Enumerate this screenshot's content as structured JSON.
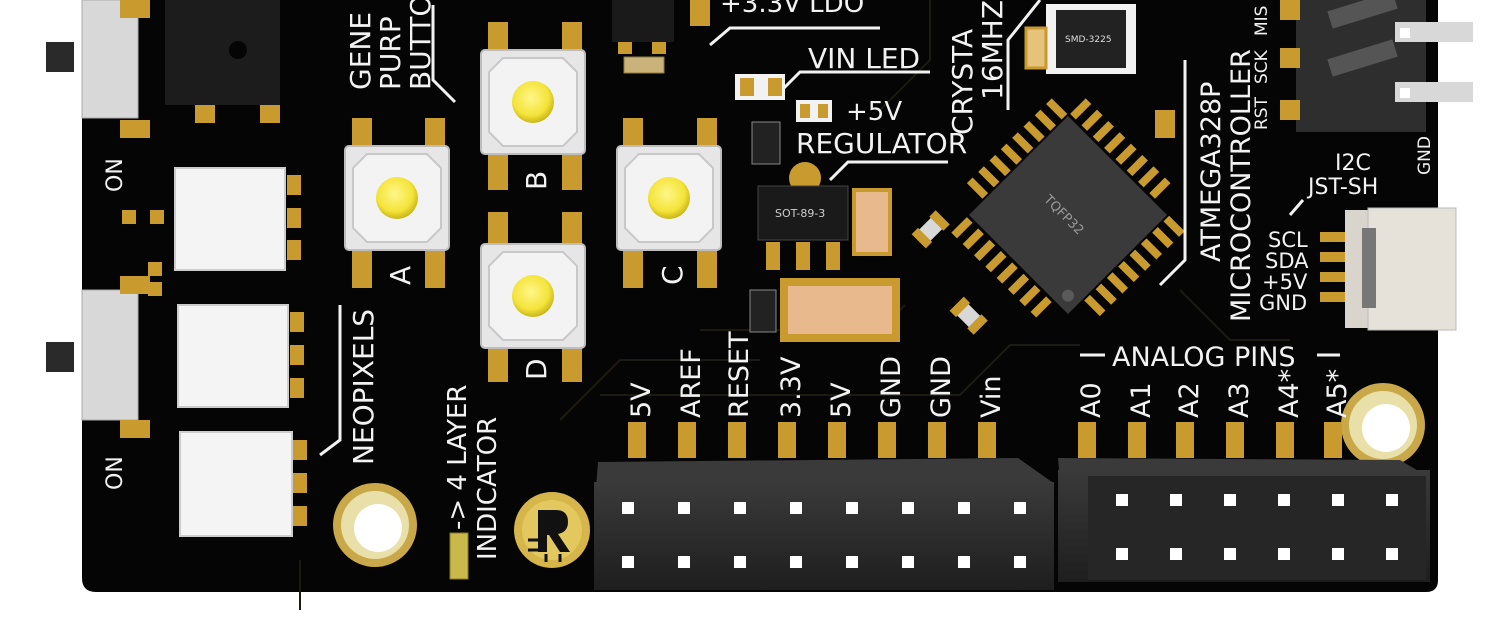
{
  "labels": {
    "button_title": [
      "GENE",
      "PURP",
      "BUTTO"
    ],
    "ldo": "+3.3V LDO",
    "vin_led": "VIN LED",
    "plus5v": "+5V",
    "regulator": "REGULATOR",
    "crystal": [
      "CRYSTA",
      "16MHZ"
    ],
    "mcu": [
      "ATMEGA328P",
      "MICROCONTROLLER"
    ],
    "isp": [
      "RST",
      "SCK",
      "MIS"
    ],
    "gnd_edge": "GND",
    "i2c": [
      "I2C",
      "JST-SH"
    ],
    "i2c_pins": [
      "SCL",
      "SDA",
      "+5V",
      "GND"
    ],
    "analog_title": "ANALOG PINS",
    "analog_pins": [
      "A0",
      "A1",
      "A2",
      "A3",
      "A4*",
      "A5*"
    ],
    "power_pins": [
      "5V",
      "AREF",
      "RESET",
      "3.3V",
      "5V",
      "GND",
      "GND",
      "Vin"
    ],
    "neopixels": "NEOPIXELS",
    "layer_indicator": [
      "-> 4 LAYER",
      "INDICATOR"
    ],
    "switch_on": "ON",
    "buttons": [
      "A",
      "B",
      "C",
      "D"
    ],
    "chip_markings": {
      "sot89": "SOT-89-3",
      "smd3225": "SMD-3225",
      "tqfp": "TQFP32"
    }
  },
  "colors": {
    "pcb": "#050505",
    "silkscreen": "#f2f2f2",
    "pad_gold": "#c99a2e",
    "button_cap": "#f4e43a",
    "header_plastic": "#2b2b2b"
  }
}
